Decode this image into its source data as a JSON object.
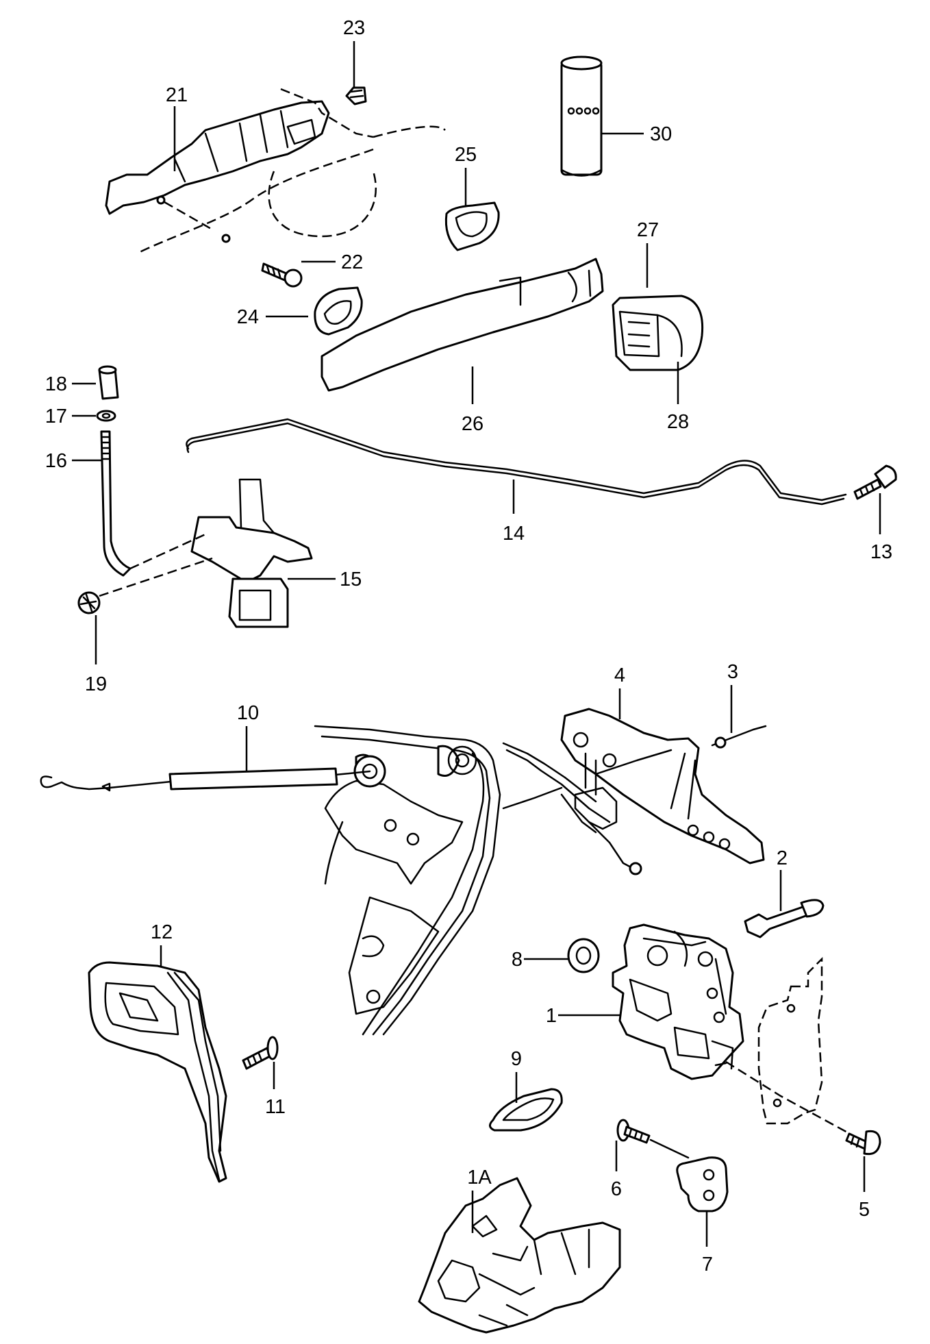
{
  "diagram": {
    "callouts": [
      {
        "id": "c23",
        "text": "23"
      },
      {
        "id": "c21",
        "text": "21"
      },
      {
        "id": "c30",
        "text": "30"
      },
      {
        "id": "c25",
        "text": "25"
      },
      {
        "id": "c22",
        "text": "22"
      },
      {
        "id": "c27",
        "text": "27"
      },
      {
        "id": "c24",
        "text": "24"
      },
      {
        "id": "c18",
        "text": "18"
      },
      {
        "id": "c26",
        "text": "26"
      },
      {
        "id": "c28",
        "text": "28"
      },
      {
        "id": "c17",
        "text": "17"
      },
      {
        "id": "c16",
        "text": "16"
      },
      {
        "id": "c14",
        "text": "14"
      },
      {
        "id": "c13",
        "text": "13"
      },
      {
        "id": "c15",
        "text": "15"
      },
      {
        "id": "c19",
        "text": "19"
      },
      {
        "id": "c4",
        "text": "4"
      },
      {
        "id": "c3",
        "text": "3"
      },
      {
        "id": "c10",
        "text": "10"
      },
      {
        "id": "c2",
        "text": "2"
      },
      {
        "id": "c12",
        "text": "12"
      },
      {
        "id": "c8",
        "text": "8"
      },
      {
        "id": "c1",
        "text": "1"
      },
      {
        "id": "c11",
        "text": "11"
      },
      {
        "id": "c9",
        "text": "9"
      },
      {
        "id": "c6",
        "text": "6"
      },
      {
        "id": "c5",
        "text": "5"
      },
      {
        "id": "c1a",
        "text": "1A"
      },
      {
        "id": "c7",
        "text": "7"
      }
    ]
  }
}
